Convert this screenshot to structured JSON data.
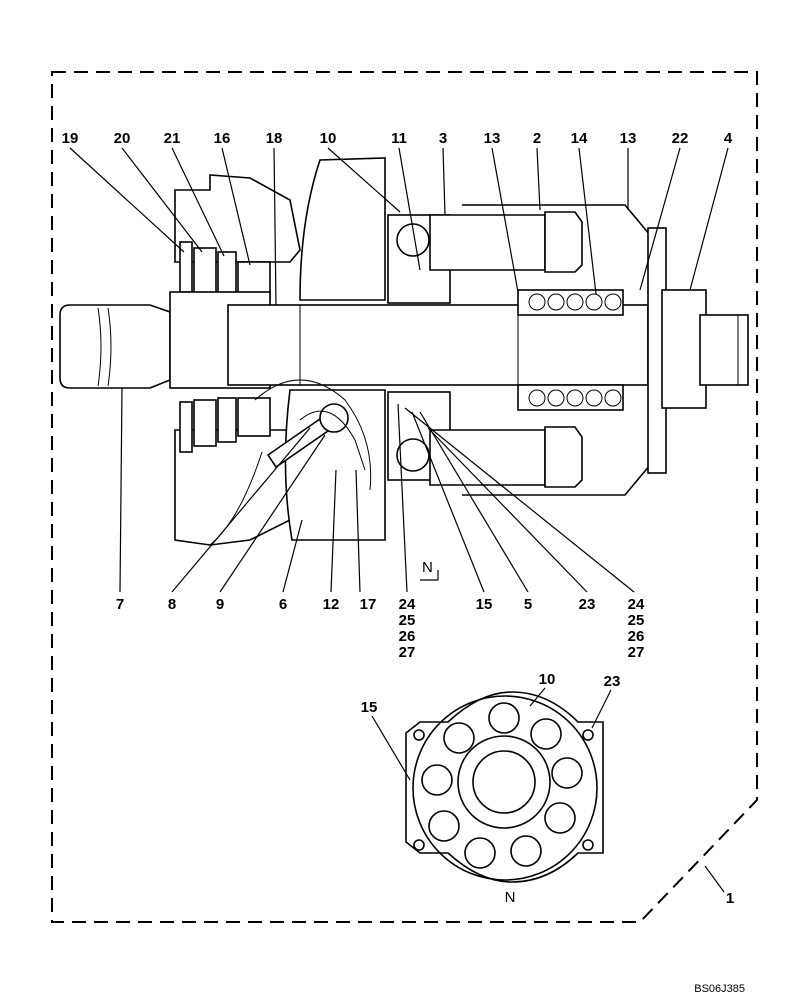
{
  "drawing_code": "BS06J385",
  "view_marker": "N",
  "view_label": "N",
  "callouts_top": [
    "19",
    "20",
    "21",
    "16",
    "18",
    "10",
    "11",
    "3",
    "13",
    "2",
    "14",
    "13",
    "22",
    "4"
  ],
  "callouts_bottom": [
    "7",
    "8",
    "9",
    "6",
    "12",
    "17",
    "24",
    "25",
    "26",
    "27",
    "15",
    "5",
    "23",
    "24",
    "25",
    "26",
    "27"
  ],
  "callouts_face_view": [
    "15",
    "10",
    "23"
  ],
  "callout_assembly": "1"
}
